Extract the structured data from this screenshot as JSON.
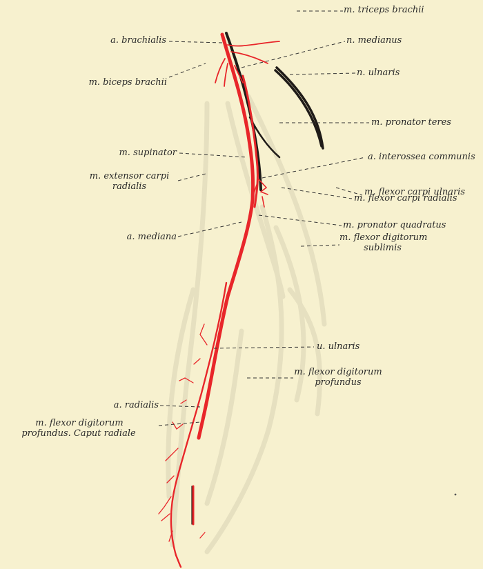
{
  "labels": {
    "triceps": "m. triceps brachii",
    "brachialis": "a. brachialis",
    "medianus": "n. medianus",
    "biceps": "m. biceps brachii",
    "ulnaris_n": "n. ulnaris",
    "pronator_teres": "m. pronator teres",
    "supinator": "m. supinator",
    "interossea": "a. interossea communis",
    "ext_carpi_1": "m. extensor carpi",
    "ext_carpi_2": "radialis",
    "flexor_carpi_uln": "m. flexor carpi ulnaris",
    "flexor_carpi_rad": "m. flexor carpi radialis",
    "mediana": "a. mediana",
    "pronator_quad": "m. pronator quadratus",
    "flexor_sub_1": "m. flexor digitorum",
    "flexor_sub_2": "sublimis",
    "u_ulnaris": "u. ulnaris",
    "flexor_prof_1": "m. flexor digitorum",
    "flexor_prof_2": "profundus",
    "radialis": "a. radialis",
    "flexor_cap_1": "m. flexor digitorum",
    "flexor_cap_2": "profundus. Caput radiale"
  },
  "colors": {
    "artery": "#e8262a",
    "nerve": "#1f1b18",
    "background": "#f7f1cf",
    "leader": "#333333"
  }
}
